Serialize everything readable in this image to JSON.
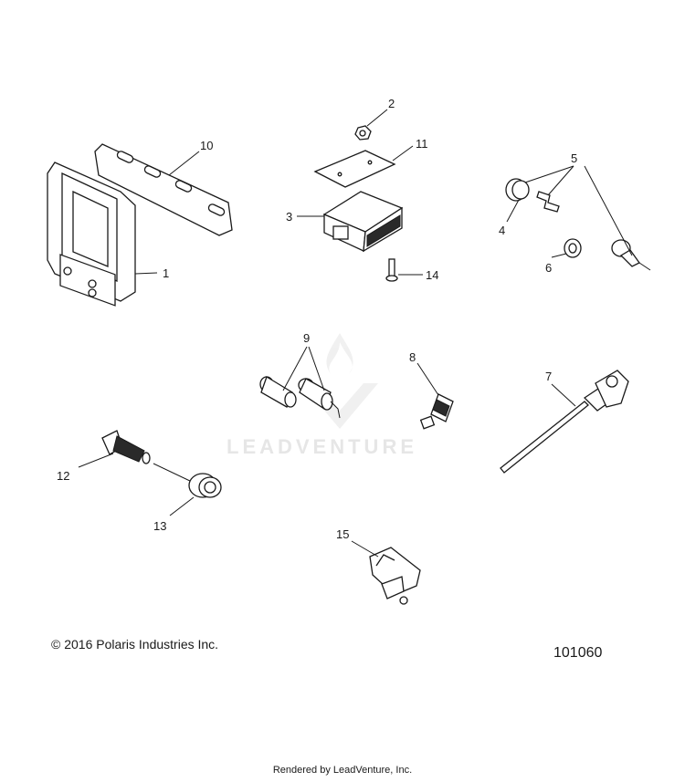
{
  "callouts": {
    "c1": "1",
    "c2": "2",
    "c3": "3",
    "c4": "4",
    "c5": "5",
    "c6": "6",
    "c7": "7",
    "c8": "8",
    "c9": "9",
    "c10": "10",
    "c11": "11",
    "c12": "12",
    "c13": "13",
    "c14": "14",
    "c15": "15"
  },
  "copyright": "© 2016 Polaris Industries Inc.",
  "drawing_number": "101060",
  "watermark": "LEADVENTURE",
  "rendered_by": "Rendered by LeadVenture, Inc."
}
